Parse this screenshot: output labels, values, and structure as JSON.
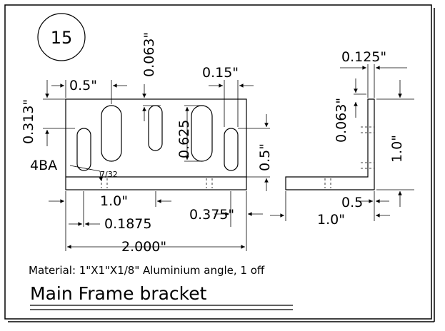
{
  "drawing": {
    "part_number": "15",
    "title": "Main Frame bracket",
    "material_note": "Material: 1\"X1\"X1/8\" Aluminium angle, 1 off",
    "hole_note": "4BA",
    "hole_note_small": "7/32",
    "front_view": {
      "dim_0_313": "0.313\"",
      "dim_0_5_top": "0.5\"",
      "dim_0_063_top": "0.063\"",
      "dim_0_15": "0.15\"",
      "dim_0_625": "0.625",
      "dim_0_5_right": "0.5\"",
      "dim_1_0_bottom": "1.0\"",
      "dim_0_1875": "0.1875",
      "dim_0_375": "0.375\"",
      "dim_2_000": "2.000\""
    },
    "side_view": {
      "dim_0_125": "0.125\"",
      "dim_0_063": "0.063\"",
      "dim_1_0_vertical": "1.0\"",
      "dim_0_5": "0.5",
      "dim_1_0_horizontal": "1.0\""
    }
  }
}
